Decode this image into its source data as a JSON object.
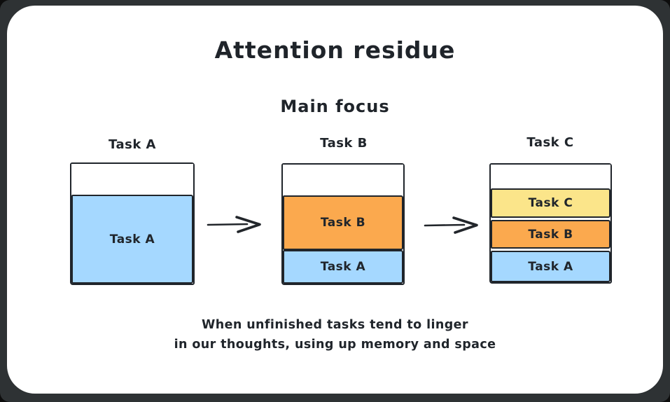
{
  "title": "Attention residue",
  "subtitle": "Main focus",
  "caption": {
    "line1": "When unfinished tasks tend to linger",
    "line2": "in our thoughts, using up memory and space"
  },
  "colors": {
    "task_a": "#a5d8ff",
    "task_b": "#fba94e",
    "task_c": "#fbe58a",
    "stroke": "#20252b",
    "card_bg": "#ffffff",
    "frame_bg": "#2e3234"
  },
  "stages": [
    {
      "label": "Task A",
      "segments": [
        {
          "label": "Task A",
          "color_key": "task_a"
        }
      ]
    },
    {
      "label": "Task B",
      "segments": [
        {
          "label": "Task B",
          "color_key": "task_b"
        },
        {
          "label": "Task A",
          "color_key": "task_a"
        }
      ]
    },
    {
      "label": "Task C",
      "segments": [
        {
          "label": "Task C",
          "color_key": "task_c"
        },
        {
          "label": "Task B",
          "color_key": "task_b"
        },
        {
          "label": "Task A",
          "color_key": "task_a"
        }
      ]
    }
  ]
}
